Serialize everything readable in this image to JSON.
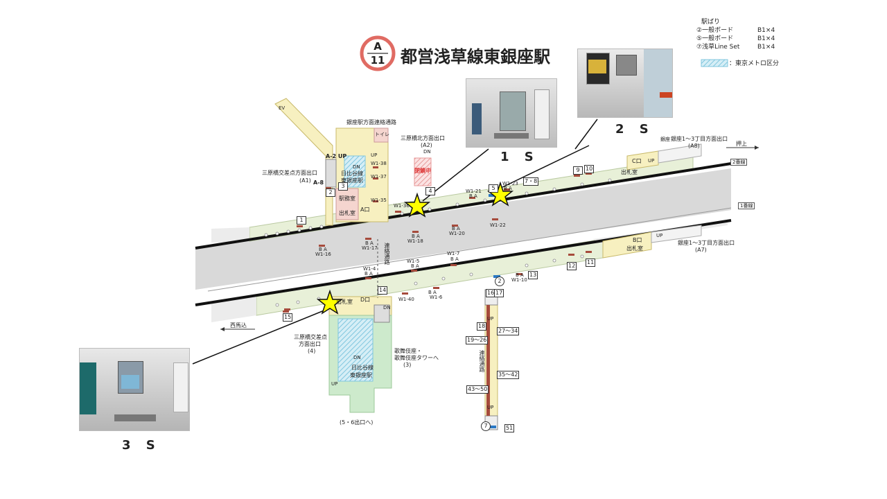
{
  "station": {
    "line_code": "A",
    "station_number": "11",
    "title": "都営浅草線東銀座駅"
  },
  "legend": {
    "header": "駅ばり",
    "items": [
      {
        "name": "②一般ボード",
        "value": "B1×4"
      },
      {
        "name": "⑤一般ボード",
        "value": "B1×4"
      },
      {
        "name": "⑦浅草Line Set",
        "value": "B1×4"
      }
    ],
    "metro_zone": "：東京メトロ区分"
  },
  "photos": [
    {
      "id": "1",
      "label": "1 S"
    },
    {
      "id": "2",
      "label": "2 S"
    },
    {
      "id": "3",
      "label": "3 S"
    }
  ],
  "labels": {
    "ev": "EV",
    "ginza_passage": "銀座駅方面連絡通路",
    "a2_up": "A-2 UP",
    "a8": "A-8",
    "a1_exit": "三原橋交差点方面出口",
    "a1_code": "(A1)",
    "hibiya_line": "日比谷線",
    "higashi_ginza": "東銀座駅",
    "station_office": "駅務室",
    "ticket_office": "出札室",
    "toilet": "トイレ",
    "a_gate": "A口",
    "a2_exit": "三原橋北方面出口",
    "a2_code": "(A2)",
    "dn": "DN",
    "up": "UP",
    "closed": "閉鎖中",
    "ab_exit": "銀座1〜3丁目方面出口",
    "ab_code": "(A8)",
    "ginza_small": "銀座",
    "push_up": "押上",
    "c_gate": "C口",
    "track2": "2番線",
    "track1": "1番線",
    "b_gate": "B口",
    "a7_exit": "銀座1〜3丁目方面出口",
    "a7_code": "(A7)",
    "renraku": "連絡通路",
    "nishimagome": "西馬込",
    "d_gate": "D口",
    "exit4": "三原橋交差点",
    "exit4b": "方面出口",
    "exit4_code": "(4)",
    "kabukiza": "歌舞伎座・",
    "kabukiza2": "歌舞伎座タワーへ",
    "kabukiza_code": "(3)",
    "exit56": "(5・6出口へ)",
    "ba": "B A"
  },
  "boards": {
    "w38": "W1-38",
    "w37": "W1-37",
    "w35": "W1-35",
    "w36": "W1-36",
    "w21": "W1-21",
    "w23": "W1-23",
    "w22": "W1-22",
    "w20": "W1-20",
    "w18": "W1-18",
    "w17": "W1-17",
    "w16": "W1-16",
    "w5": "W1-5",
    "w7": "W1-7",
    "w4": "W1-4",
    "w10": "W1-10",
    "w40": "W1-40",
    "w6": "W1-6"
  },
  "numbers": {
    "n1": "1",
    "n2": "2",
    "n3": "3",
    "n4": "4",
    "n5": "5",
    "n78": "7・8",
    "n9": "9",
    "n10": "10",
    "n11": "11",
    "n12": "12",
    "n13": "13",
    "n14": "14",
    "n15": "15",
    "n16": "16",
    "n17": "17",
    "n18": "18",
    "n19_26": "19〜26",
    "n27_34": "27〜34",
    "n35_42": "35〜42",
    "n43_50": "43〜50",
    "n51": "51",
    "c2": "2",
    "c7": "7"
  },
  "colors": {
    "platform": "#e8f0d8",
    "track": "#d9d9d9",
    "concourse": "#f7f0c0",
    "office": "#f5d5cf",
    "metro": "#a8d8e8",
    "green_area": "#cdeacc",
    "board": "#a64b3c",
    "star": "#ffff00",
    "badge_ring": "#e06b63"
  }
}
